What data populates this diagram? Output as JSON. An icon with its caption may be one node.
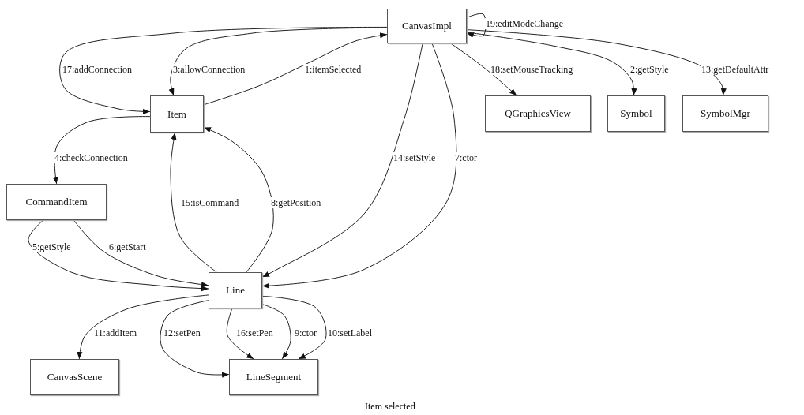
{
  "diagram": {
    "caption": "Item selected",
    "nodes": [
      {
        "text": [
          "CanvasImpl"
        ]
      },
      {
        "text": [
          "Item"
        ]
      },
      {
        "text": [
          "QGraphicsView"
        ]
      },
      {
        "text": [
          "Symbol"
        ]
      },
      {
        "text": [
          "SymbolMgr"
        ]
      },
      {
        "text": [
          "CommandItem"
        ]
      },
      {
        "text": [
          "Line"
        ]
      },
      {
        "text": [
          "CanvasScene"
        ]
      },
      {
        "text": [
          "LineSegment"
        ]
      }
    ],
    "edges": [
      {
        "from": 1,
        "to": 0,
        "arrow": "to",
        "label": "1:itemSelected"
      },
      {
        "from": 0,
        "to": 3,
        "arrow": "to",
        "label": "2:getStyle"
      },
      {
        "from": 0,
        "to": 1,
        "arrow": "to",
        "label": "3:allowConnection"
      },
      {
        "from": 1,
        "to": 5,
        "arrow": "to",
        "label": "4:checkConnection"
      },
      {
        "from": 5,
        "to": 6,
        "arrow": "to",
        "label": "5:getStyle"
      },
      {
        "from": 5,
        "to": 6,
        "arrow": "to",
        "label": "6:getStart"
      },
      {
        "from": 0,
        "to": 6,
        "arrow": "to",
        "label": "7:ctor"
      },
      {
        "from": 6,
        "to": 1,
        "arrow": "to",
        "label": "8:getPosition"
      },
      {
        "from": 6,
        "to": 8,
        "arrow": "to",
        "label": "9:ctor"
      },
      {
        "from": 6,
        "to": 8,
        "arrow": "to",
        "label": "10:setLabel"
      },
      {
        "from": 6,
        "to": 7,
        "arrow": "to",
        "label": "11:addItem"
      },
      {
        "from": 6,
        "to": 8,
        "arrow": "to",
        "label": "12:setPen"
      },
      {
        "from": 0,
        "to": 4,
        "arrow": "to",
        "label": "13:getDefaultAttr"
      },
      {
        "from": 0,
        "to": 6,
        "arrow": "to",
        "label": "14:setStyle"
      },
      {
        "from": 6,
        "to": 1,
        "arrow": "to",
        "label": "15:isCommand"
      },
      {
        "from": 6,
        "to": 8,
        "arrow": "to",
        "label": "16:setPen"
      },
      {
        "from": 0,
        "to": 1,
        "arrow": "to",
        "label": "17:addConnection"
      },
      {
        "from": 0,
        "to": 2,
        "arrow": "to",
        "label": "18:setMouseTracking"
      },
      {
        "from": 0,
        "to": 0,
        "arrow": "to",
        "label": "19:editModeChange"
      }
    ]
  }
}
